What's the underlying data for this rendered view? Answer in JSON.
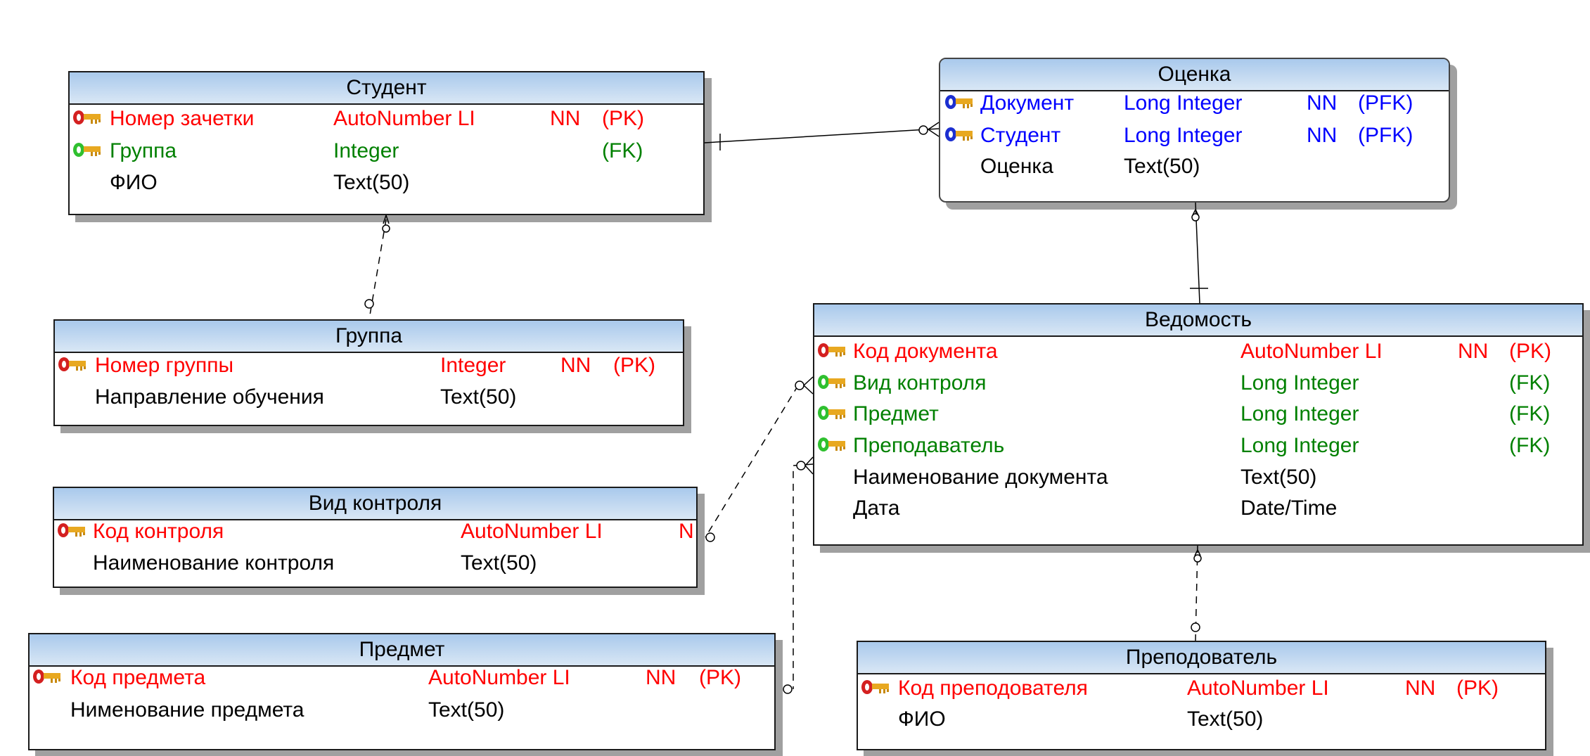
{
  "colors": {
    "pk": "#ff0000",
    "fk": "#008000",
    "pfk": "#0000ff",
    "plain": "#000000",
    "header_top": "#a9c9ec",
    "header_bottom": "#d9e7f5"
  },
  "entities": [
    {
      "id": "student",
      "title": "Студент",
      "columns": [
        {
          "name": "Номер зачетки",
          "type": "AutoNumber LI",
          "nn": "NN",
          "key": "(PK)",
          "kind": "pk",
          "icon": "primary-key-icon"
        },
        {
          "name": "Группа",
          "type": "Integer",
          "nn": "",
          "key": "(FK)",
          "kind": "fk",
          "icon": "foreign-key-icon"
        },
        {
          "name": "ФИО",
          "type": "Text(50)",
          "nn": "",
          "key": "",
          "kind": "plain"
        }
      ]
    },
    {
      "id": "grade",
      "title": "Оценка",
      "columns": [
        {
          "name": "Документ",
          "type": "Long Integer",
          "nn": "NN",
          "key": "(PFK)",
          "kind": "pfk",
          "icon": "primary-foreign-key-icon"
        },
        {
          "name": "Студент",
          "type": "Long Integer",
          "nn": "NN",
          "key": "(PFK)",
          "kind": "pfk",
          "icon": "primary-foreign-key-icon"
        },
        {
          "name": "Оценка",
          "type": "Text(50)",
          "nn": "",
          "key": "",
          "kind": "plain"
        }
      ]
    },
    {
      "id": "group",
      "title": "Группа",
      "columns": [
        {
          "name": "Номер группы",
          "type": "Integer",
          "nn": "NN",
          "key": "(PK)",
          "kind": "pk",
          "icon": "primary-key-icon"
        },
        {
          "name": "Направление обучения",
          "type": "Text(50)",
          "nn": "",
          "key": "",
          "kind": "plain"
        }
      ]
    },
    {
      "id": "control",
      "title": "Вид контроля",
      "columns": [
        {
          "name": "Код контроля",
          "type": "AutoNumber LI",
          "nn": "N",
          "key": "",
          "kind": "pk",
          "icon": "primary-key-icon"
        },
        {
          "name": "Наименование контроля",
          "type": "Text(50)",
          "nn": "",
          "key": "",
          "kind": "plain"
        }
      ]
    },
    {
      "id": "subject",
      "title": "Предмет",
      "columns": [
        {
          "name": "Код предмета",
          "type": "AutoNumber LI",
          "nn": "NN",
          "key": "(PK)",
          "kind": "pk",
          "icon": "primary-key-icon"
        },
        {
          "name": "Нименование предмета",
          "type": "Text(50)",
          "nn": "",
          "key": "",
          "kind": "plain"
        }
      ]
    },
    {
      "id": "sheet",
      "title": "Ведомость",
      "columns": [
        {
          "name": "Код документа",
          "type": "AutoNumber LI",
          "nn": "NN",
          "key": "(PK)",
          "kind": "pk",
          "icon": "primary-key-icon"
        },
        {
          "name": "Вид контроля",
          "type": "Long Integer",
          "nn": "",
          "key": "(FK)",
          "kind": "fk",
          "icon": "foreign-key-icon"
        },
        {
          "name": "Предмет",
          "type": "Long Integer",
          "nn": "",
          "key": "(FK)",
          "kind": "fk",
          "icon": "foreign-key-icon"
        },
        {
          "name": "Преподаватель",
          "type": "Long Integer",
          "nn": "",
          "key": "(FK)",
          "kind": "fk",
          "icon": "foreign-key-icon"
        },
        {
          "name": "Наименование документа",
          "type": "Text(50)",
          "nn": "",
          "key": "",
          "kind": "plain"
        },
        {
          "name": "Дата",
          "type": "Date/Time",
          "nn": "",
          "key": "",
          "kind": "plain"
        }
      ]
    },
    {
      "id": "teacher",
      "title": "Преподователь",
      "columns": [
        {
          "name": "Код преподователя",
          "type": "AutoNumber LI",
          "nn": "NN",
          "key": "(PK)",
          "kind": "pk",
          "icon": "primary-key-icon"
        },
        {
          "name": "ФИО",
          "type": "Text(50)",
          "nn": "",
          "key": "",
          "kind": "plain"
        }
      ]
    }
  ],
  "relationships": [
    {
      "from": "student",
      "to": "grade",
      "style": "identifying"
    },
    {
      "from": "group",
      "to": "student",
      "style": "non-identifying"
    },
    {
      "from": "sheet",
      "to": "grade",
      "style": "identifying"
    },
    {
      "from": "control",
      "to": "sheet",
      "style": "non-identifying"
    },
    {
      "from": "subject",
      "to": "sheet",
      "style": "non-identifying"
    },
    {
      "from": "teacher",
      "to": "sheet",
      "style": "non-identifying"
    }
  ]
}
